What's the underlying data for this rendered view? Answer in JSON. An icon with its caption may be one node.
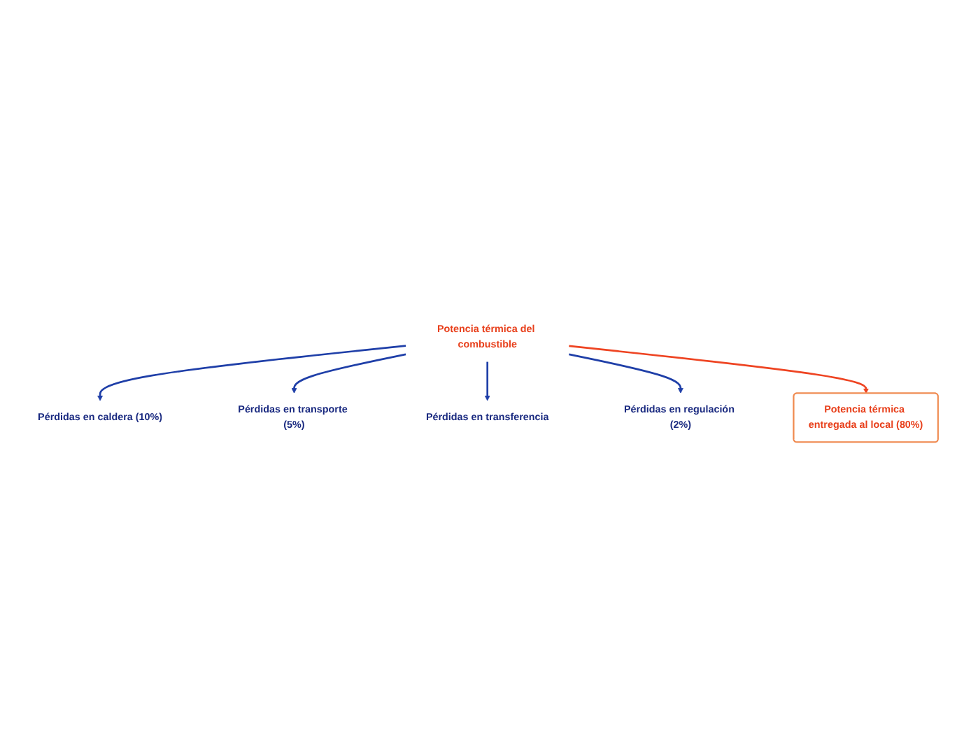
{
  "diagram": {
    "nodes": [
      {
        "text": [
          "Potencia térmica del combustible"
        ]
      },
      {
        "text": [
          "Pérdidas en caldera (10%)"
        ]
      },
      {
        "text": [
          "Pérdidas en transporte (5%)"
        ]
      },
      {
        "text": [
          "Pérdidas en transferencia"
        ]
      },
      {
        "text": [
          "Pérdidas en regulación (2%)"
        ]
      },
      {
        "text": [
          "Potencia térmica entregada al local (80%)"
        ]
      }
    ],
    "edges": [
      {
        "from": 0,
        "to": 1,
        "arrow": "to"
      },
      {
        "from": 0,
        "to": 2,
        "arrow": "to"
      },
      {
        "from": 0,
        "to": 3,
        "arrow": "to"
      },
      {
        "from": 0,
        "to": 4,
        "arrow": "to"
      },
      {
        "from": 0,
        "to": 5,
        "arrow": "to",
        "color": "#ee4422"
      }
    ]
  }
}
